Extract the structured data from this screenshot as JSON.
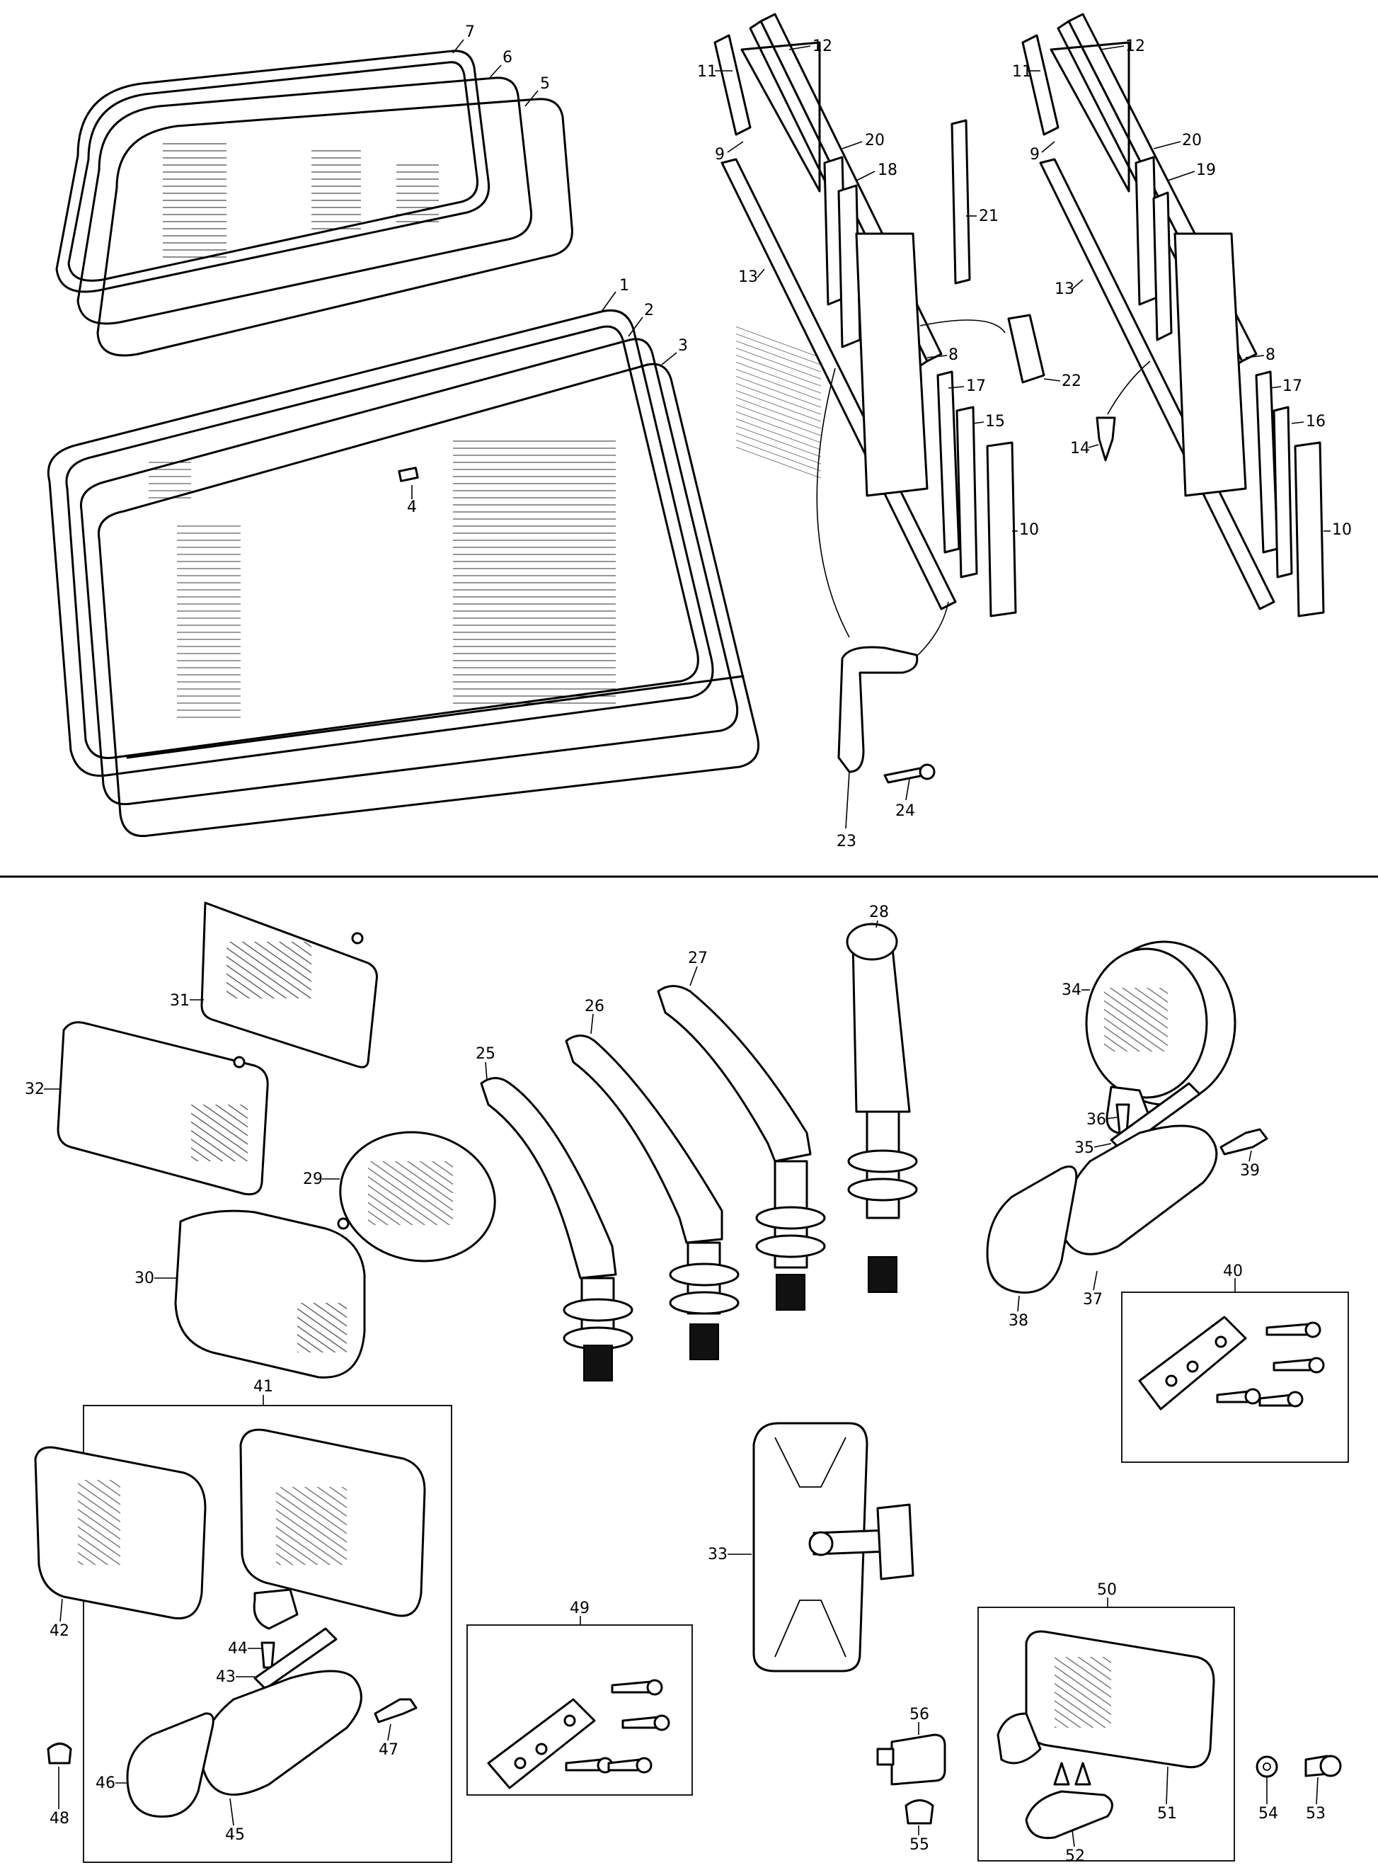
{
  "callouts": {
    "c1": "1",
    "c2": "2",
    "c3": "3",
    "c4": "4",
    "c5": "5",
    "c6": "6",
    "c7": "7",
    "c8a": "8",
    "c8b": "8",
    "c9a": "9",
    "c9b": "9",
    "c10a": "10",
    "c10b": "10",
    "c11a": "11",
    "c11b": "11",
    "c12a": "12",
    "c12b": "12",
    "c13a": "13",
    "c13b": "13",
    "c14": "14",
    "c15": "15",
    "c16": "16",
    "c17a": "17",
    "c17b": "17",
    "c18": "18",
    "c19": "19",
    "c20a": "20",
    "c20b": "20",
    "c21": "21",
    "c22": "22",
    "c23": "23",
    "c24": "24",
    "c25": "25",
    "c26": "26",
    "c27": "27",
    "c28": "28",
    "c29": "29",
    "c30": "30",
    "c31": "31",
    "c32": "32",
    "c33": "33",
    "c34": "34",
    "c35": "35",
    "c36": "36",
    "c37": "37",
    "c38": "38",
    "c39": "39",
    "c40": "40",
    "c41": "41",
    "c42": "42",
    "c43": "43",
    "c44": "44",
    "c45": "45",
    "c46": "46",
    "c47": "47",
    "c48": "48",
    "c49": "49",
    "c50": "50",
    "c51": "51",
    "c52": "52",
    "c53": "53",
    "c54": "54",
    "c55": "55",
    "c56": "56"
  }
}
